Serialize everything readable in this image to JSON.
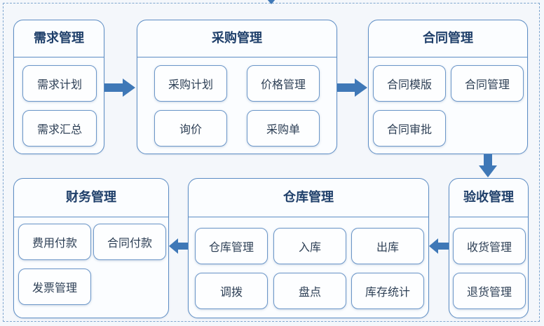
{
  "colors": {
    "border": "#5d8dc4",
    "title": "#1f3f6a",
    "arrow": "#3f78b7",
    "background": "#f4f7fb"
  },
  "modules": {
    "demand": {
      "title": "需求管理",
      "items": [
        "需求计划",
        "需求汇总"
      ]
    },
    "procurement": {
      "title": "采购管理",
      "items": [
        "采购计划",
        "价格管理",
        "询价",
        "采购单"
      ]
    },
    "contract": {
      "title": "合同管理",
      "items": [
        "合同模版",
        "合同管理",
        "合同审批"
      ]
    },
    "acceptance": {
      "title": "验收管理",
      "items": [
        "收货管理",
        "退货管理"
      ]
    },
    "warehouse": {
      "title": "仓库管理",
      "items": [
        "仓库管理",
        "入库",
        "出库",
        "调拨",
        "盘点",
        "库存统计"
      ]
    },
    "finance": {
      "title": "财务管理",
      "items": [
        "费用付款",
        "合同付款",
        "发票管理"
      ]
    }
  }
}
